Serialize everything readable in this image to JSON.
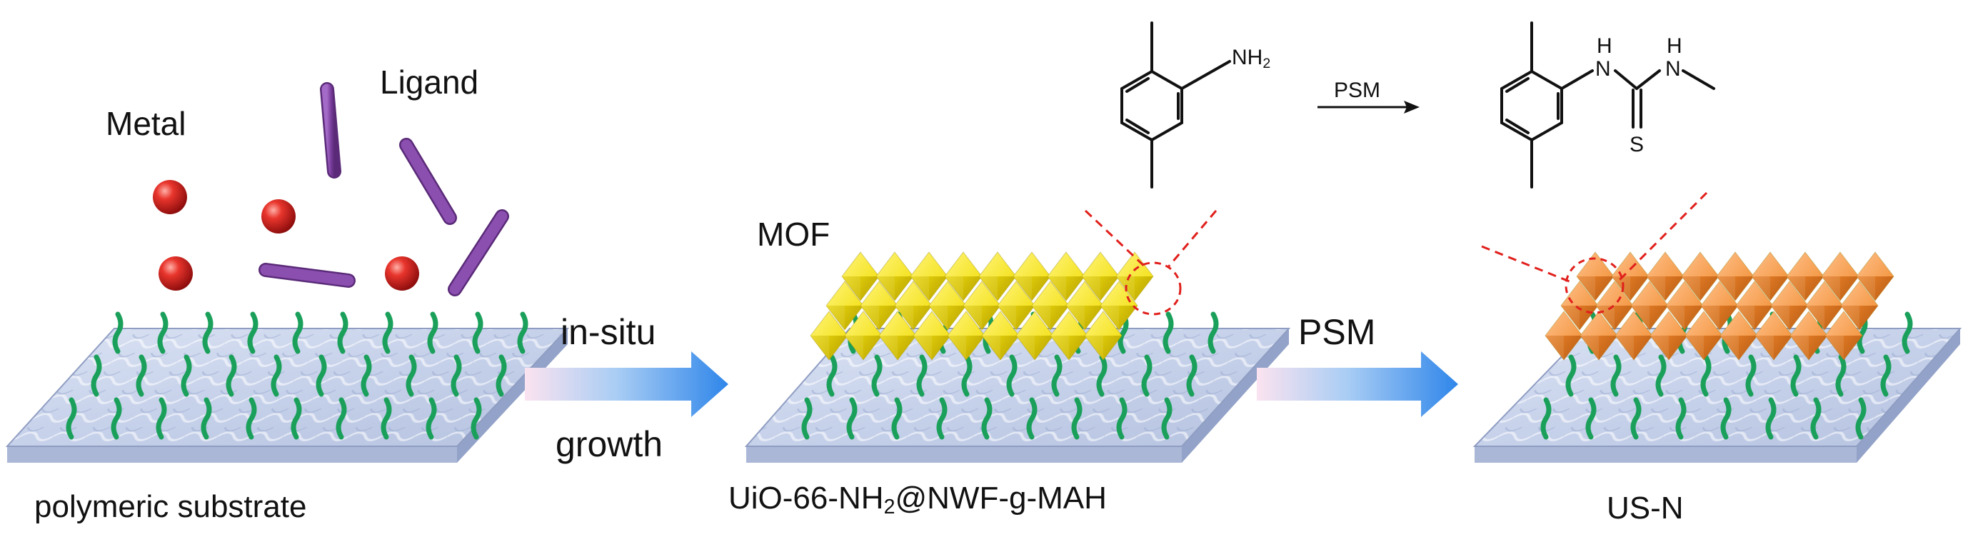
{
  "labels": {
    "metal": "Metal",
    "ligand": "Ligand",
    "mof": "MOF",
    "in_situ": "in-situ",
    "growth": "growth",
    "psm_big": "PSM",
    "psm_small": "PSM",
    "substrate": "polymeric substrate",
    "product1_main": "UiO-66-NH",
    "product1_sub": "2",
    "product1_rest": "@NWF-g-MAH",
    "product2": "US-N",
    "nh2_main": "NH",
    "nh2_sub": "2",
    "h1": "H",
    "h2": "H",
    "n1": "N",
    "n2": "N",
    "s": "S"
  },
  "colors": {
    "metal_sphere": "#d81e1e",
    "ligand_rod": "#7d3fa0",
    "polymer_chain": "#1aa05a",
    "substrate": "#c9d3ea",
    "mof_yellow": "#f4e20a",
    "mof_orange": "#f0913a",
    "arrow_blue": "#3d8fe8",
    "arrow_pink": "#f7d8ec",
    "highlight_dash": "#e0201c"
  }
}
